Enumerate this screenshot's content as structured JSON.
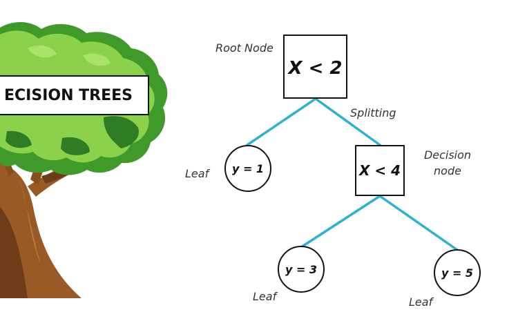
{
  "title": "ECISION TREES",
  "colors": {
    "edge": "#2ab3cf",
    "outline": "#111111",
    "leaf_light": "#8bd24a",
    "leaf_dark": "#3f9a2a",
    "leaf_shadow": "#2e7d24",
    "trunk": "#9a5a25",
    "trunk_dark": "#6e3c16",
    "trunk_light": "#c77f38"
  },
  "icons": [
    "tree-illustration"
  ],
  "nodes": {
    "root": {
      "text": "X < 2"
    },
    "decision": {
      "text": "X < 4"
    },
    "leaf1": {
      "text": "y = 1"
    },
    "leaf3": {
      "text": "y = 3"
    },
    "leaf5": {
      "text": "y = 5"
    }
  },
  "labels": {
    "root_node": "Root Node",
    "splitting": "Splitting",
    "decision_node_line1": "Decision",
    "decision_node_line2": "node",
    "leaf_a": "Leaf",
    "leaf_b": "Leaf",
    "leaf_c": "Leaf"
  }
}
